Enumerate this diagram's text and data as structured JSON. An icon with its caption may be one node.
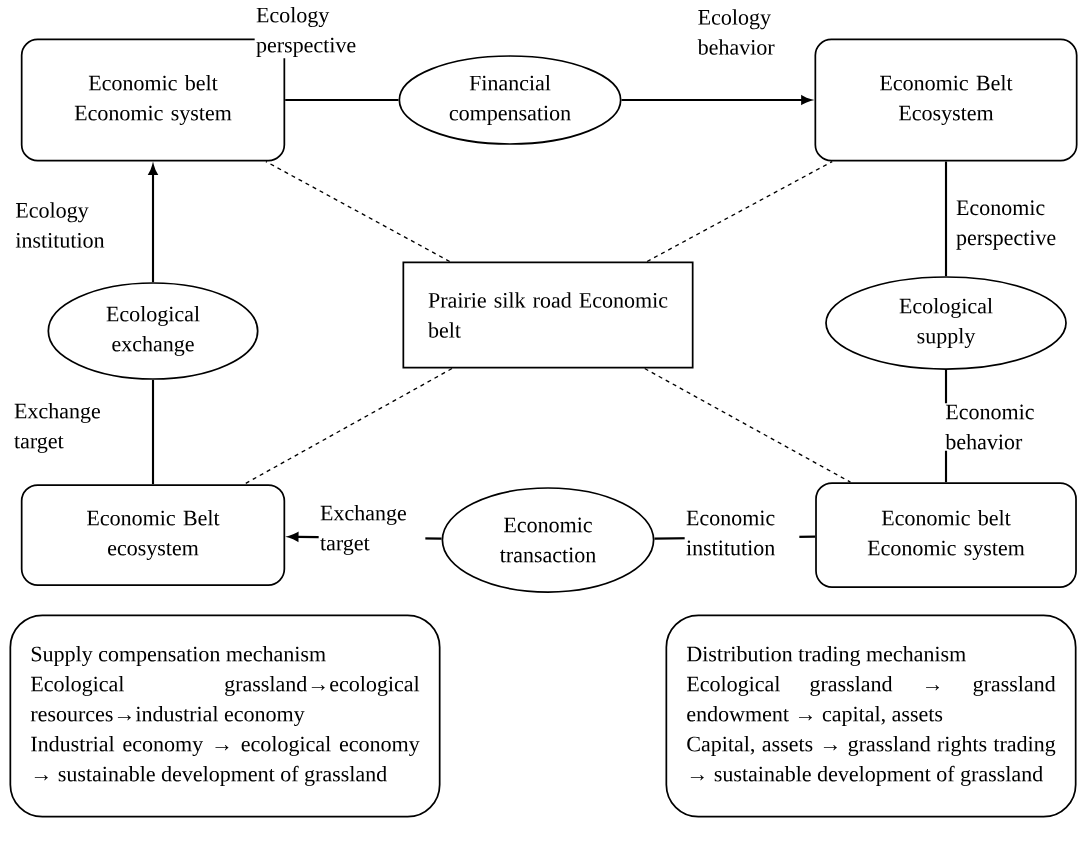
{
  "diagram": {
    "nodes": [
      {
        "text": [
          "Economic belt Economic system"
        ]
      },
      {
        "text": [
          "Financial compensation"
        ]
      },
      {
        "text": [
          "Economic Belt Ecosystem"
        ]
      },
      {
        "text": [
          "Prairie silk road Economic belt"
        ]
      },
      {
        "text": [
          "Ecological exchange"
        ]
      },
      {
        "text": [
          "Ecological supply"
        ]
      },
      {
        "text": [
          "Economic Belt ecosystem"
        ]
      },
      {
        "text": [
          "Economic transaction"
        ]
      },
      {
        "text": [
          "Economic belt Economic system"
        ]
      },
      {
        "text": [
          "Supply compensation mechanism",
          "Ecological grassland→ecological resources→industrial economy",
          "Industrial economy → ecological economy → sustainable development of grassland"
        ]
      },
      {
        "text": [
          "Distribution trading mechanism",
          "Ecological grassland → grassland endowment → capital, assets",
          "Capital, assets → grassland rights trading → sustainable development of grassland"
        ]
      }
    ],
    "edges": [
      {
        "from": 0,
        "to": 1,
        "arrow": "none",
        "label": "Ecology perspective"
      },
      {
        "from": 1,
        "to": 2,
        "arrow": "to",
        "label": "Ecology behavior"
      },
      {
        "from": 2,
        "to": 5,
        "arrow": "none",
        "label": "Economic perspective"
      },
      {
        "from": 5,
        "to": 8,
        "arrow": "none",
        "label": "Economic behavior"
      },
      {
        "from": 8,
        "to": 7,
        "arrow": "none",
        "label": "Economic institution"
      },
      {
        "from": 7,
        "to": 6,
        "arrow": "to",
        "label": "Exchange target"
      },
      {
        "from": 6,
        "to": 4,
        "arrow": "none",
        "label": "Exchange target"
      },
      {
        "from": 4,
        "to": 0,
        "arrow": "to",
        "label": "Ecology institution"
      },
      {
        "from": 3,
        "to": 0,
        "arrow": "none",
        "style": "dashed"
      },
      {
        "from": 3,
        "to": 2,
        "arrow": "none",
        "style": "dashed"
      },
      {
        "from": 3,
        "to": 6,
        "arrow": "none",
        "style": "dashed"
      },
      {
        "from": 3,
        "to": 8,
        "arrow": "none",
        "style": "dashed"
      }
    ]
  }
}
